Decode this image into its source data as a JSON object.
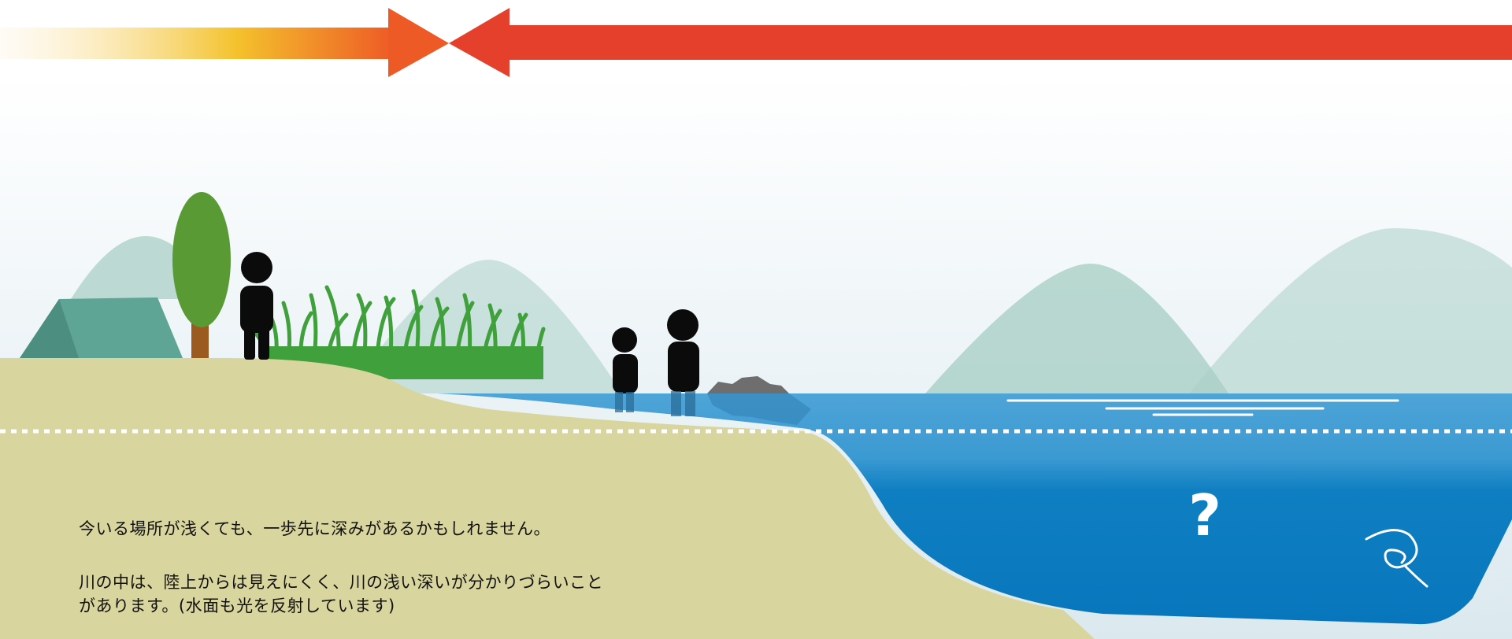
{
  "diagram": {
    "caption_line_1": "今いる場所が浅くても、一歩先に深みがあるかもしれません。",
    "caption_line_2": "川の中は、陸上からは見えにくく、川の浅い深いが分かりづらいこと",
    "caption_line_3": "があります。(水面も光を反射しています)",
    "question_mark": "?"
  },
  "colors": {
    "arrow_left_gradient": [
      "#fdf3df",
      "#f4c22c",
      "#ee5a26"
    ],
    "arrow_right": "#e4402b",
    "ground": "#d8d59e",
    "shallow_water": "#4ea4d7",
    "deep_water": "#0a78bd",
    "mountains": "#a9cfc6",
    "tent": "#5ea596",
    "tree_leaves": "#5a9a35",
    "tree_trunk": "#9b5a1f",
    "grass": "#40a03c",
    "silhouette": "#0b0b0b",
    "rocks": "#6e6e6e"
  },
  "icons": [
    "arrow-right-icon",
    "arrow-left-icon",
    "tent-icon",
    "tree-icon",
    "person-icon",
    "grass-icon",
    "rocks-icon",
    "whirlpool-icon"
  ]
}
